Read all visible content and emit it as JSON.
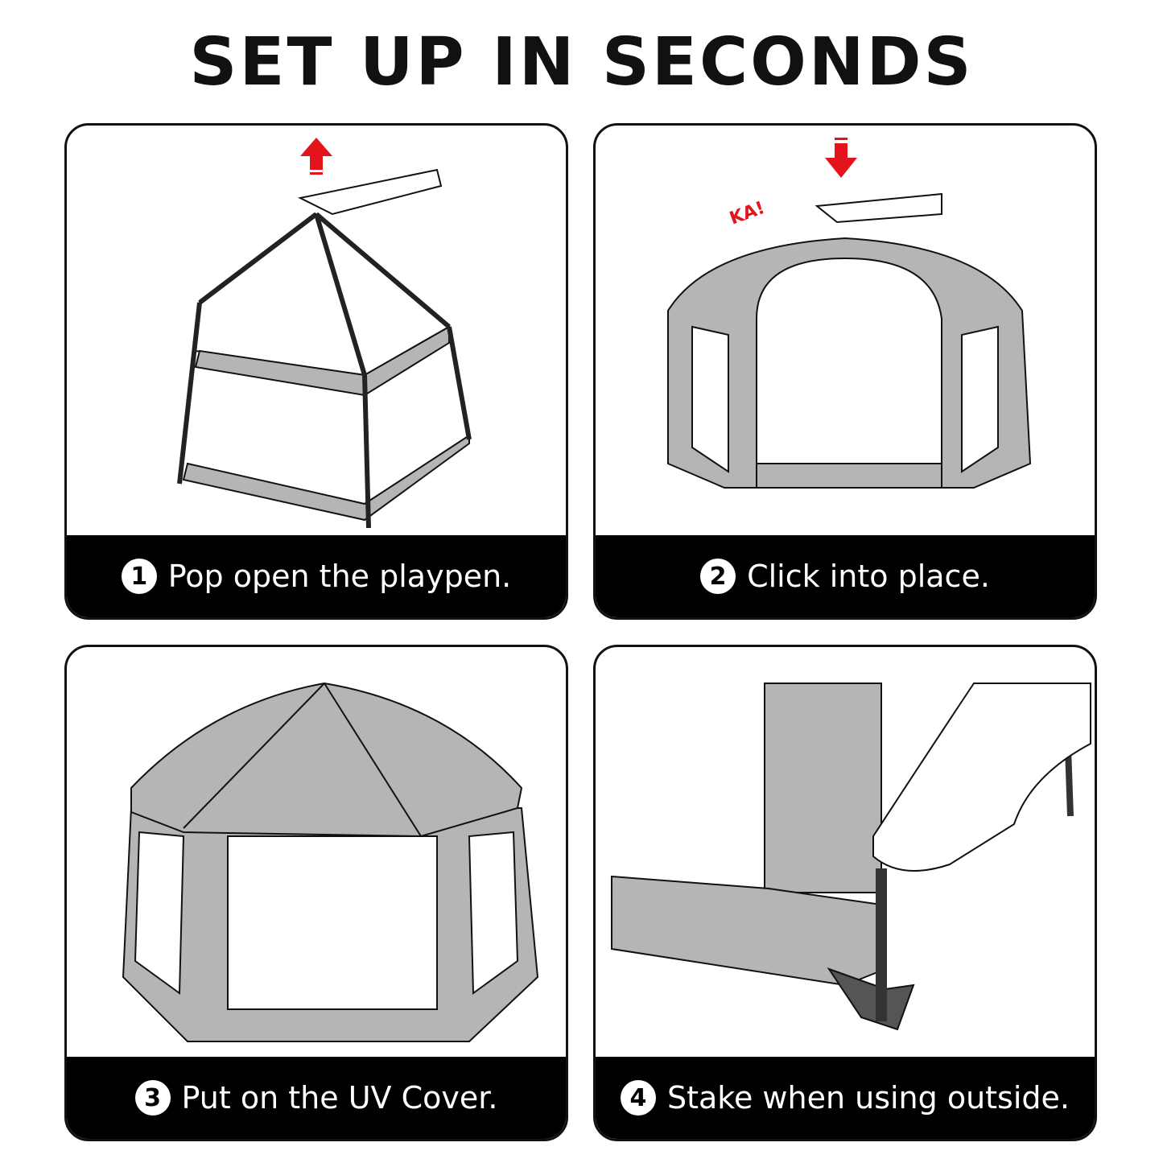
{
  "title": "SET UP IN SECONDS",
  "steps": [
    {
      "number": "1",
      "caption": "Pop open the playpen."
    },
    {
      "number": "2",
      "caption": "Click into place.",
      "sound": "KA!"
    },
    {
      "number": "3",
      "caption": "Put on the UV Cover."
    },
    {
      "number": "4",
      "caption": "Stake when using outside."
    }
  ],
  "colors": {
    "fabric": "#b5b5b5",
    "arrow": "#e3141b",
    "caption_bg": "#000000"
  }
}
